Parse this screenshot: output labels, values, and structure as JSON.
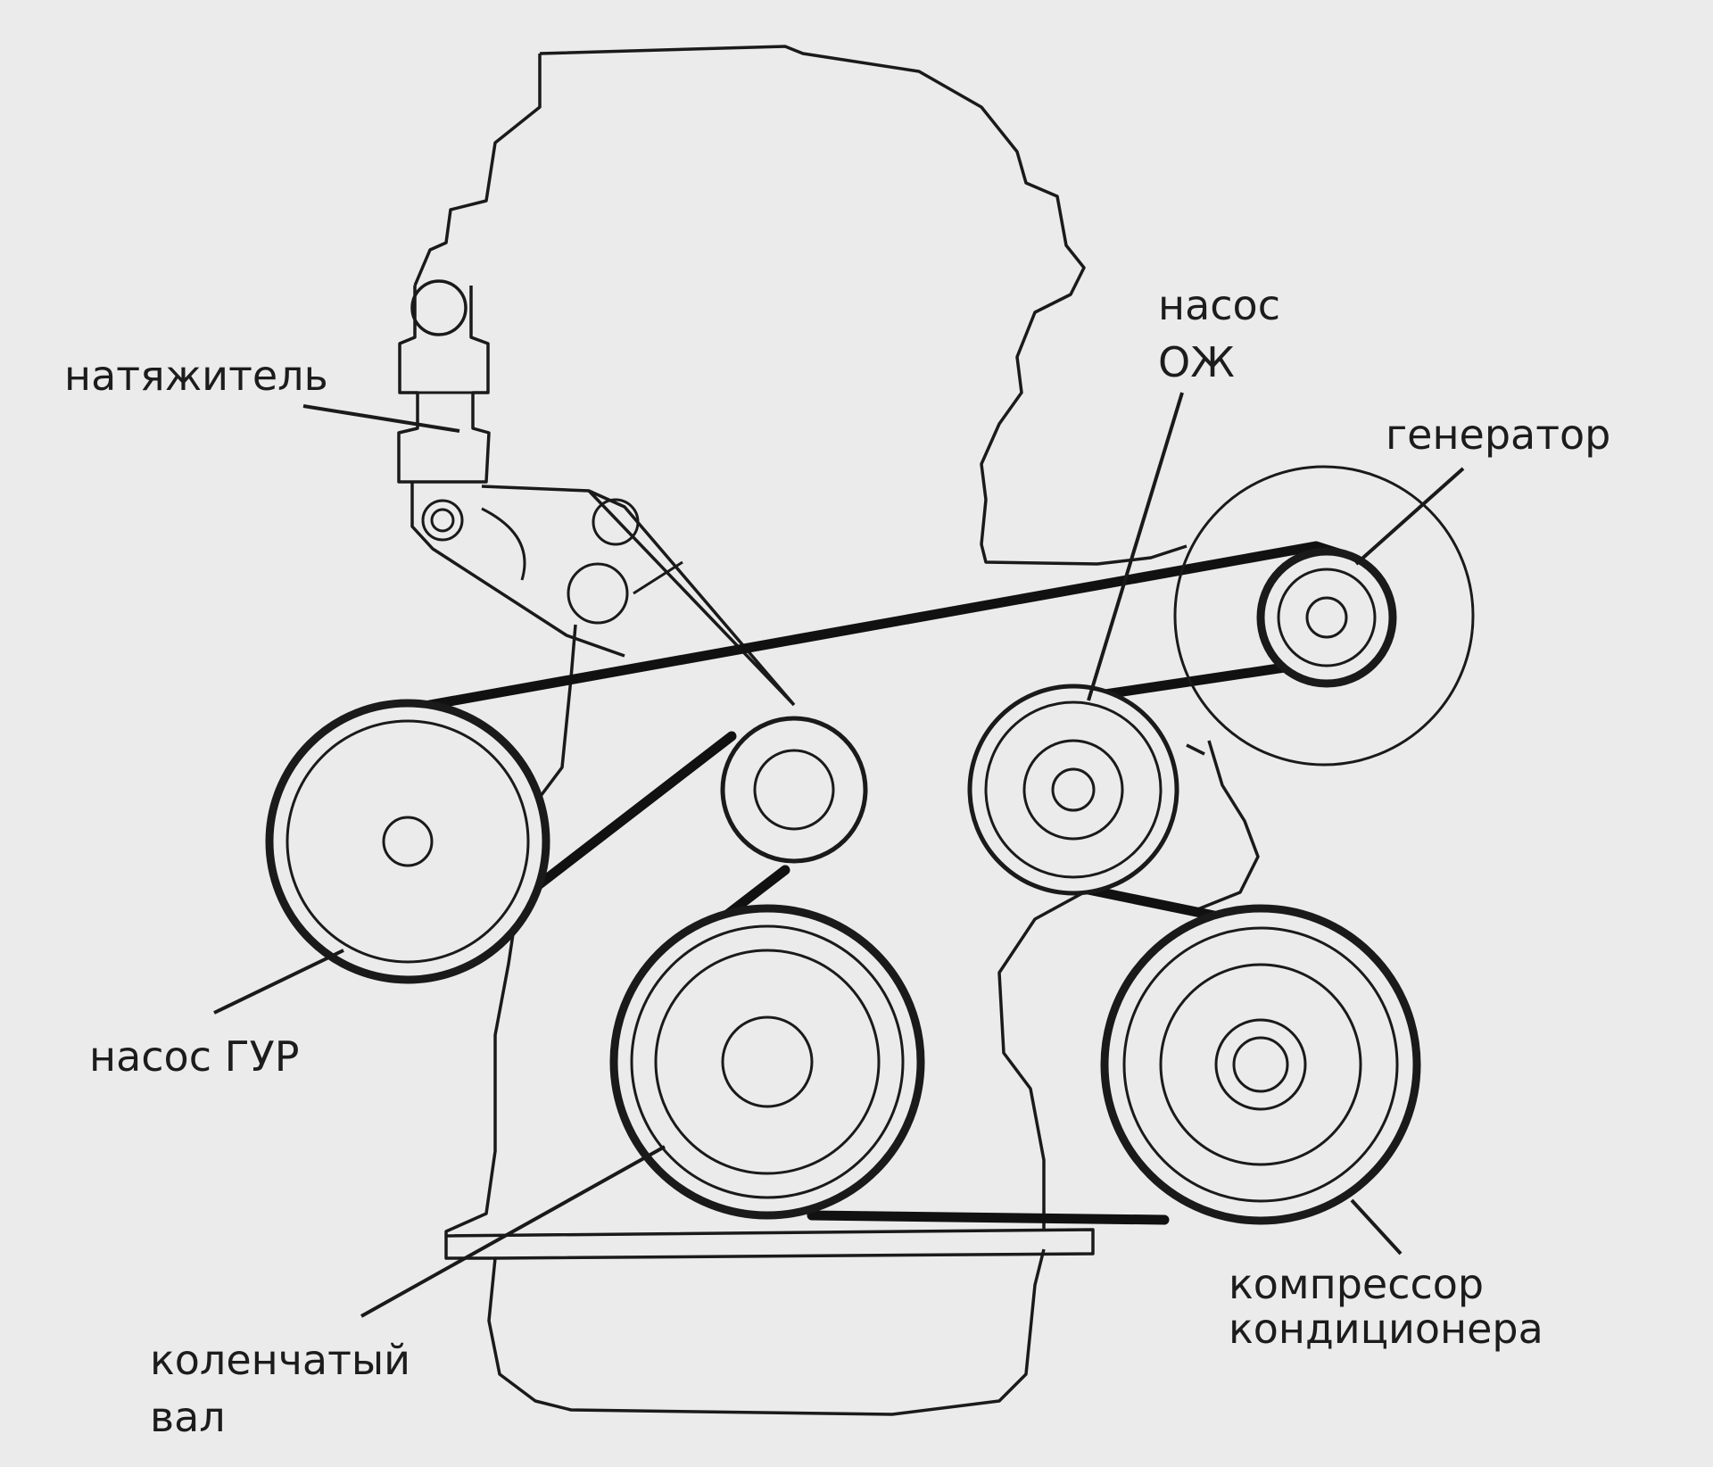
{
  "labels": {
    "tensioner": "натяжитель",
    "coolant_pump": [
      "насос",
      "ОЖ"
    ],
    "alternator": "генератор",
    "ps_pump": "насос ГУР",
    "crankshaft": [
      "коленчатый",
      "вал"
    ],
    "ac_compressor": [
      "компрессор",
      "кондиционера"
    ]
  },
  "colors": {
    "background": "#ebebeb",
    "line": "#1a1a1a",
    "belt": "#111111"
  }
}
